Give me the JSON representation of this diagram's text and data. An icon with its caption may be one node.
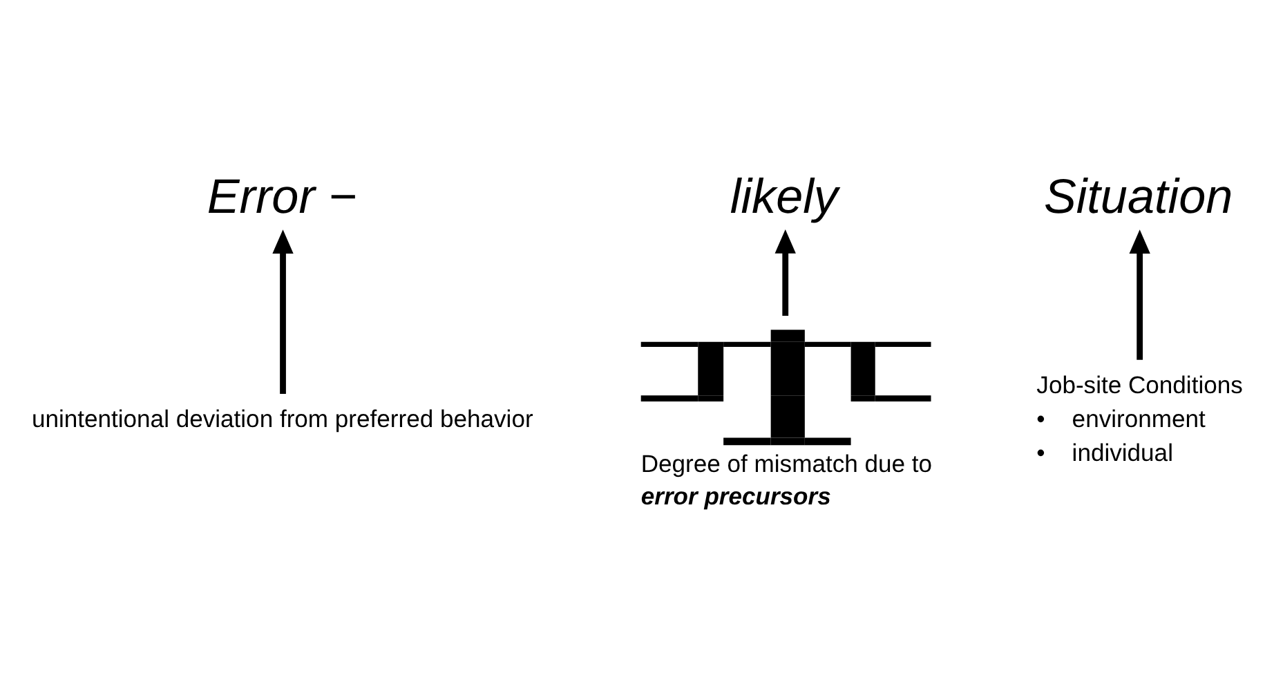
{
  "diagram": {
    "nodes": [
      {
        "text": [
          "Error −"
        ]
      },
      {
        "text": [
          "likely"
        ]
      },
      {
        "text": [
          "Situation"
        ]
      },
      {
        "text": [
          "unintentional deviation from preferred behavior"
        ]
      },
      {
        "text": [],
        "shape": "picture",
        "beside": [
          "Degree of mismatch due to",
          "error precursors"
        ]
      },
      {
        "text": [
          "Job-site Conditions",
          "•    environment",
          "•    individual"
        ]
      }
    ],
    "edges": [
      {
        "from": 3,
        "to": 0,
        "arrow": "to"
      },
      {
        "from": 4,
        "to": 1,
        "arrow": "to"
      },
      {
        "from": 5,
        "to": 2,
        "arrow": "to"
      }
    ]
  }
}
